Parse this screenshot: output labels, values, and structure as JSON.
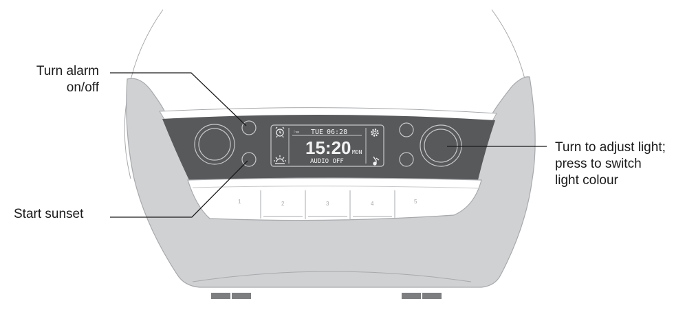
{
  "diagram": {
    "type": "device-controls-callout",
    "subject": "wake-up light / alarm clock front panel"
  },
  "callouts": [
    {
      "id": "alarm-button",
      "text_lines": [
        "Turn alarm",
        "on/off"
      ]
    },
    {
      "id": "sunset-button",
      "text_lines": [
        "Start sunset"
      ]
    },
    {
      "id": "light-knob",
      "text_lines": [
        "Turn to adjust light;",
        "press to switch",
        "light colour"
      ]
    }
  ],
  "display": {
    "status_icon": "radio-alarm-icon",
    "alarm_day": "TUE",
    "alarm_time": "06:28",
    "time": "15:20",
    "day": "MON",
    "audio_status": "AUDIO OFF",
    "left_icons": [
      "alarm-clock-icon",
      "sunset-icon"
    ],
    "right_icons": [
      "settings-gear-icon",
      "music-note-icon"
    ]
  },
  "presets": [
    "1",
    "2",
    "3",
    "4",
    "5"
  ],
  "colors": {
    "body": "#d0d1d3",
    "panel": "#58595b",
    "outline": "#a7a9ac",
    "feet": "#7d7e80"
  }
}
